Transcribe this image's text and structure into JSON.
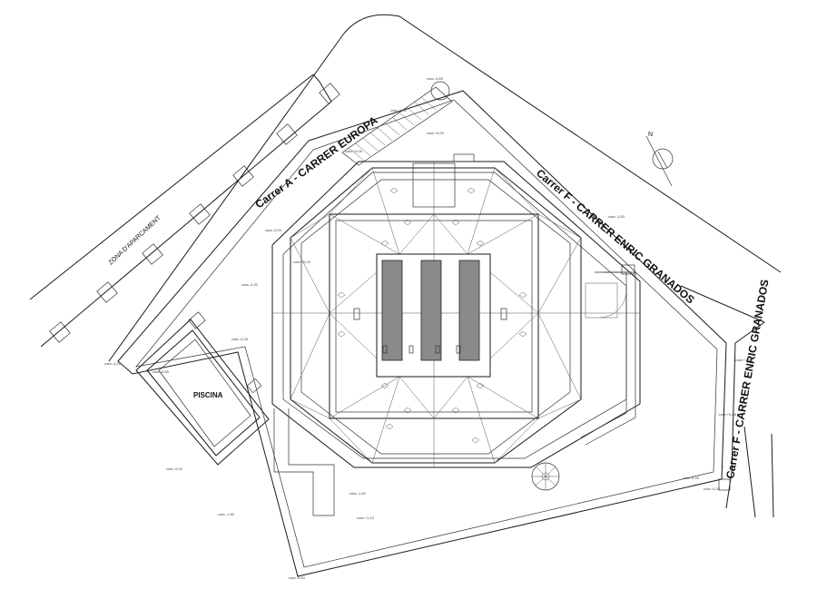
{
  "labels": {
    "street_a": "Carrer A - CARRER EUROPA",
    "street_f_top": "Carrer F - CARRER ENRIC GRANADOS",
    "street_f_right": "Carrer F - CARRER ENRIC GRANADOS",
    "parking": "ZONA D'APARCAMENT",
    "pool": "PISCINA",
    "north": "N"
  },
  "levels": [
    "cota -0,65",
    "cota -1,10",
    "cota +0,00",
    "cota +0,05",
    "cota -1,50",
    "cota -0,03",
    "cota +0,03",
    "cota -2,30",
    "cota -0,28",
    "cota -4,00",
    "cota -0,65",
    "cota -0,20",
    "cota -1,50",
    "cota -1,50",
    "cota +1,25",
    "cota +0,88",
    "cota -0,20",
    "cota +1,12",
    "cota -0,60",
    "cota -0,20"
  ]
}
